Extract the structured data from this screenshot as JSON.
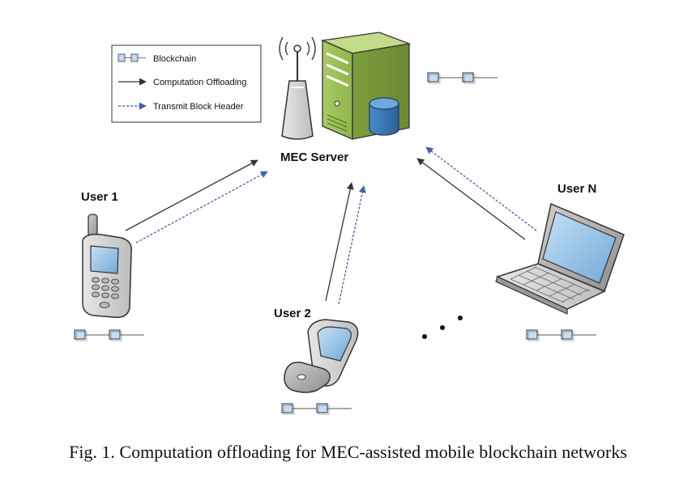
{
  "legend": {
    "blockchain": "Blockchain",
    "computation_offloading": "Computation Offloading",
    "transmit_block_header": "Transmit Block Header"
  },
  "nodes": {
    "server": "MEC Server",
    "user1": "User 1",
    "user2": "User 2",
    "userN": "User N",
    "ellipsis": "..."
  },
  "caption": "Fig. 1.  Computation offloading for MEC-assisted mobile blockchain networks",
  "colors": {
    "offloading_arrow": "#333333",
    "header_arrow": "#3f5fb0",
    "block_fill": "#c8dcef",
    "block_stroke": "#2b3a4a",
    "server_green": "#9bbf59",
    "database_blue": "#3a78b8"
  }
}
